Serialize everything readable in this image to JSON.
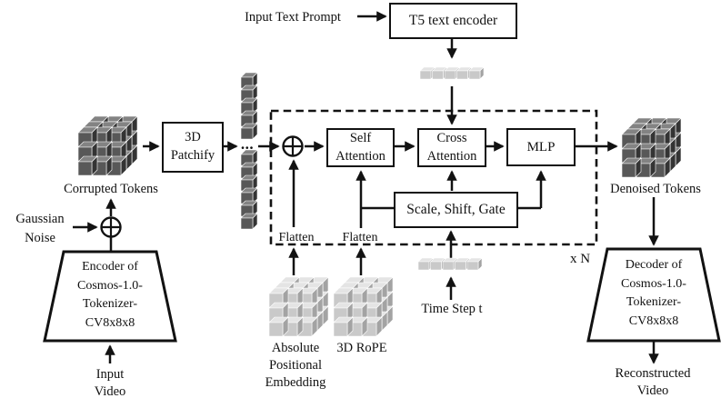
{
  "colors": {
    "line": "#121212",
    "box_border": "#111111",
    "dark_cube": {
      "face": "#585858",
      "top": "#838383",
      "side": "#343434"
    },
    "light_cube": {
      "face": "#c9c9c9",
      "top": "#e4e4e4",
      "side": "#a3a3a3"
    }
  },
  "labels": {
    "input_text_prompt": "Input Text Prompt",
    "t5_encoder": "T5 text encoder",
    "corrupted_tokens": "Corrupted Tokens",
    "patchify": [
      "3D",
      "Patchify"
    ],
    "gaussian_noise": [
      "Gaussian",
      "Noise"
    ],
    "encoder": [
      "Encoder of",
      "Cosmos-1.0-",
      "Tokenizer-",
      "CV8x8x8"
    ],
    "input_video": [
      "Input",
      "Video"
    ],
    "flatten_left": "Flatten",
    "flatten_right": "Flatten",
    "self_attention": [
      "Self",
      "Attention"
    ],
    "cross_attention": [
      "Cross",
      "Attention"
    ],
    "mlp": "MLP",
    "scale_shift_gate": "Scale, Shift, Gate",
    "repeat": "x N",
    "ellipsis": "...",
    "absolute_positional_embedding": [
      "Absolute",
      "Positional",
      "Embedding"
    ],
    "rope": "3D RoPE",
    "time_step": "Time Step t",
    "denoised_tokens": "Denoised Tokens",
    "decoder": [
      "Decoder of",
      "Cosmos-1.0-",
      "Tokenizer-",
      "CV8x8x8"
    ],
    "reconstructed_video": [
      "Reconstructed",
      "Video"
    ]
  }
}
